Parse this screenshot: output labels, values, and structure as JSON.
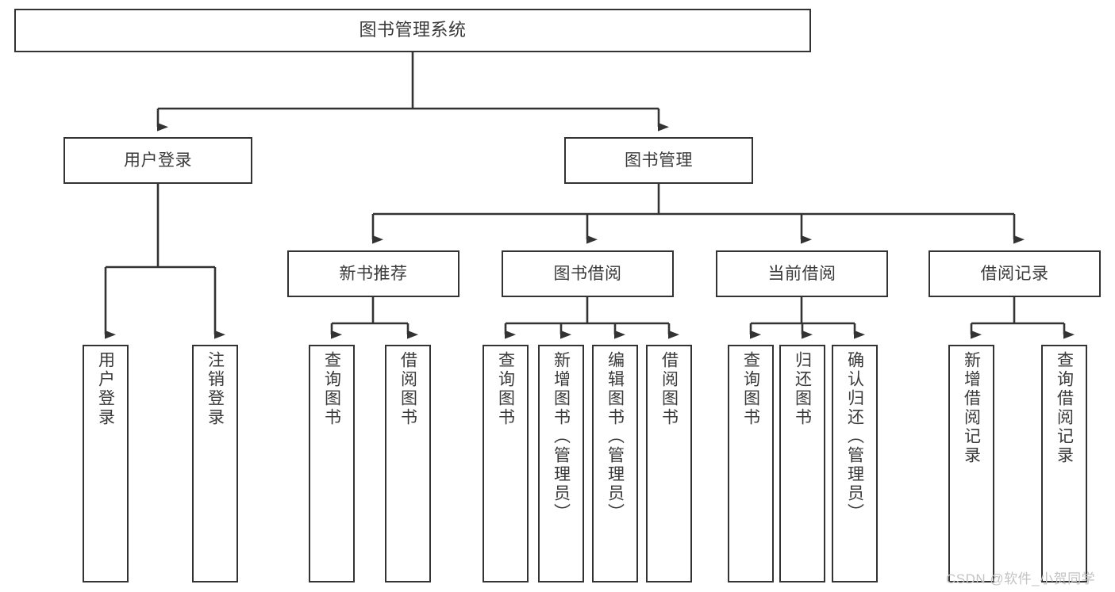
{
  "diagram": {
    "title": "图书管理系统",
    "type": "functional-decomposition-tree",
    "colors": {
      "stroke": "#333333",
      "fill": "#ffffff",
      "text": "#3a3a3a",
      "watermark": "#c3c3c3",
      "background": "#ffffff"
    },
    "nodes": {
      "root": {
        "label": "图书管理系统"
      },
      "level2": [
        {
          "label": "用户登录"
        },
        {
          "label": "图书管理"
        }
      ],
      "level3": [
        {
          "label": "新书推荐"
        },
        {
          "label": "图书借阅"
        },
        {
          "label": "当前借阅"
        },
        {
          "label": "借阅记录"
        }
      ],
      "leaves": {
        "user_login": [
          {
            "label": "用户登录"
          },
          {
            "label": "注销登录"
          }
        ],
        "new_book_recommend": [
          {
            "label": "查询图书"
          },
          {
            "label": "借阅图书"
          }
        ],
        "book_borrow": [
          {
            "label": "查询图书"
          },
          {
            "label": "新增图书（管理员）"
          },
          {
            "label": "编辑图书（管理员）"
          },
          {
            "label": "借阅图书"
          }
        ],
        "current_borrow": [
          {
            "label": "查询图书"
          },
          {
            "label": "归还图书"
          },
          {
            "label": "确认归还（管理员）"
          }
        ],
        "borrow_record": [
          {
            "label": "新增借阅记录"
          },
          {
            "label": "查询借阅记录"
          }
        ]
      }
    },
    "watermark": "CSDN @软件_小贺同学"
  }
}
